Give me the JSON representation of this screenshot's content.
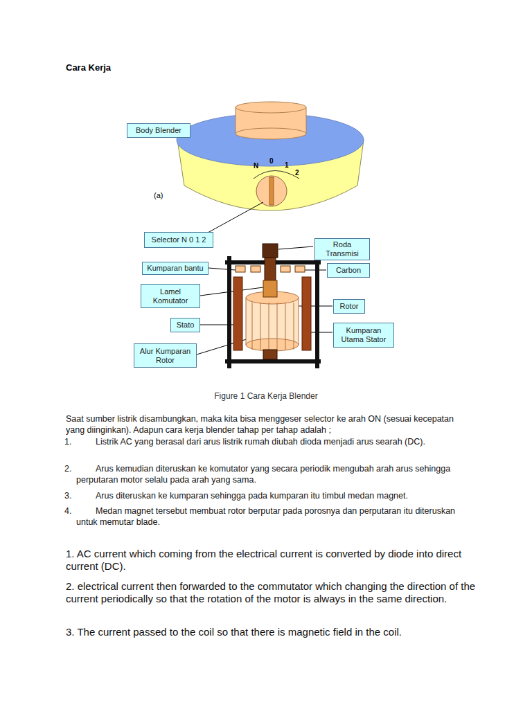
{
  "diagram": {
    "title": "Cara Kerja",
    "caption": "Figure 1 Cara Kerja Blender",
    "nodes": [
      {
        "text": [
          "Body Blender"
        ]
      },
      {
        "text": [
          "Selector N 0 1 2"
        ]
      },
      {
        "text": [
          "Roda Transmisi"
        ]
      },
      {
        "text": [
          "Kumparan bantu"
        ]
      },
      {
        "text": [
          "Carbon"
        ]
      },
      {
        "text": [
          "Lamel Komutator"
        ]
      },
      {
        "text": [
          "Rotor"
        ]
      },
      {
        "text": [
          "Stato"
        ]
      },
      {
        "text": [
          "Kumparan Utama Stator"
        ]
      },
      {
        "text": [
          "Alur Kumparan Rotor"
        ]
      }
    ],
    "labels": [
      "N",
      "0",
      "1",
      "2",
      "(a)",
      "Saat sumber listrik disambungkan, maka kita bisa menggeser selector ke arah ON (sesuai kecepatan yang diinginkan). Adapun cara kerja blender tahap per tahap adalah ;",
      "1.",
      "Listrik AC yang berasal dari arus listrik rumah diubah dioda menjadi arus searah (DC).",
      "2.",
      "Arus kemudian diteruskan ke komutator yang secara periodik mengubah arah arus sehingga perputaran motor selalu pada arah yang sama.",
      "3.",
      "Arus diteruskan ke kumparan sehingga pada kumparan itu timbul medan magnet.",
      "4.",
      "Medan magnet tersebut membuat rotor berputar pada porosnya dan perputaran itu diteruskan untuk memutar blade.",
      "1. AC current which coming from the electrical current is converted by diode into direct current (DC).",
      "2. electrical current  then forwarded to the commutator which changing the direction of the current periodically  so that the rotation of the motor is always in the same direction.",
      "3. The current passed to the coil so that there is magnetic field in the coil."
    ]
  }
}
